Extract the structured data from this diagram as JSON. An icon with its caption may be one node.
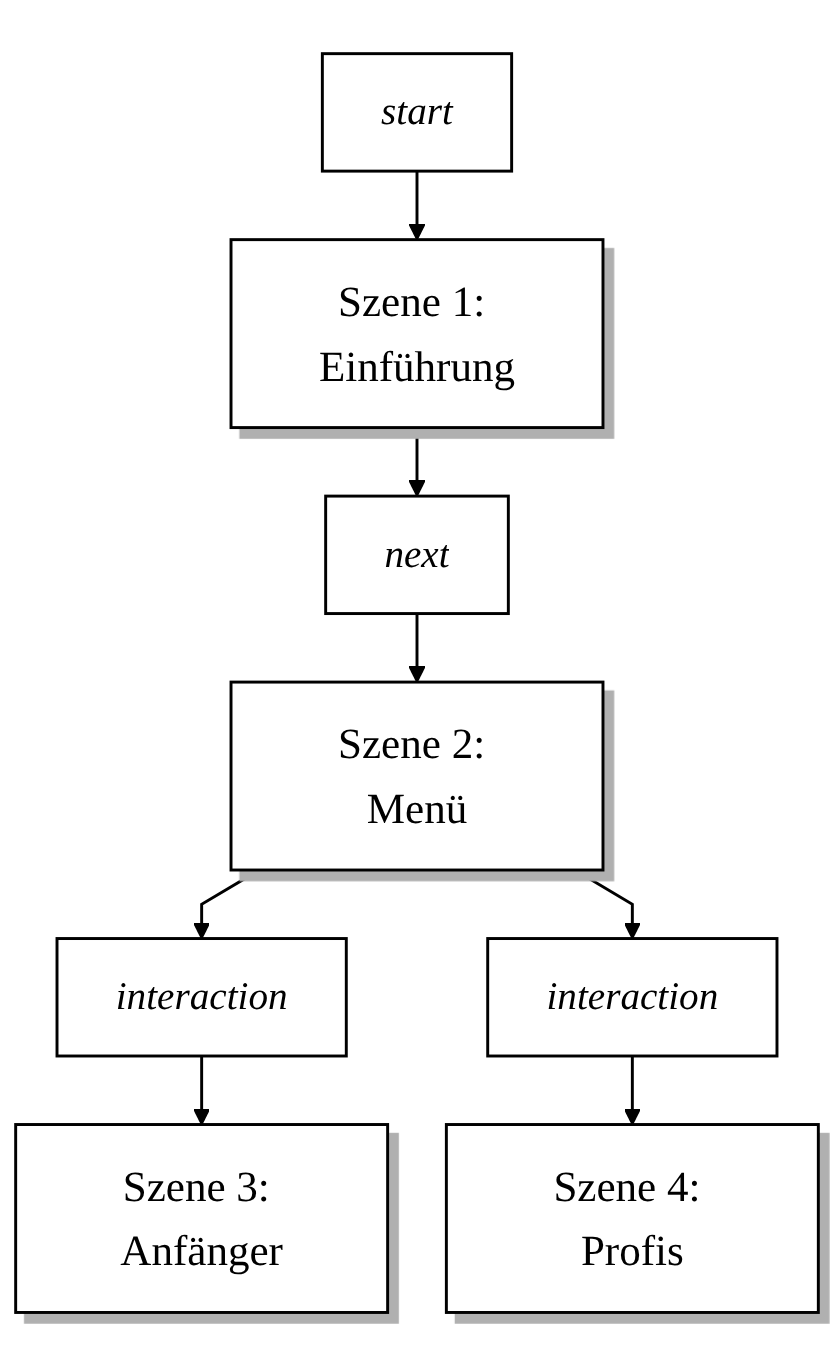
{
  "diagram": {
    "nodes": [
      {
        "text": [
          "start"
        ]
      },
      {
        "text": [
          "Szene 1: Einführung"
        ]
      },
      {
        "text": [
          "next"
        ]
      },
      {
        "text": [
          "Szene 2: Menü"
        ]
      },
      {
        "text": [
          "interaction"
        ]
      },
      {
        "text": [
          "interaction"
        ]
      },
      {
        "text": [
          "Szene 3: Anfänger"
        ]
      },
      {
        "text": [
          "Szene 4: Profis"
        ]
      }
    ],
    "edges": [
      {
        "from": 0,
        "to": 1,
        "arrow": "to"
      },
      {
        "from": 1,
        "to": 2,
        "arrow": "to"
      },
      {
        "from": 2,
        "to": 3,
        "arrow": "to"
      },
      {
        "from": 3,
        "to": 4,
        "arrow": "to"
      },
      {
        "from": 3,
        "to": 5,
        "arrow": "to"
      },
      {
        "from": 4,
        "to": 6,
        "arrow": "to"
      },
      {
        "from": 5,
        "to": 7,
        "arrow": "to"
      }
    ]
  }
}
